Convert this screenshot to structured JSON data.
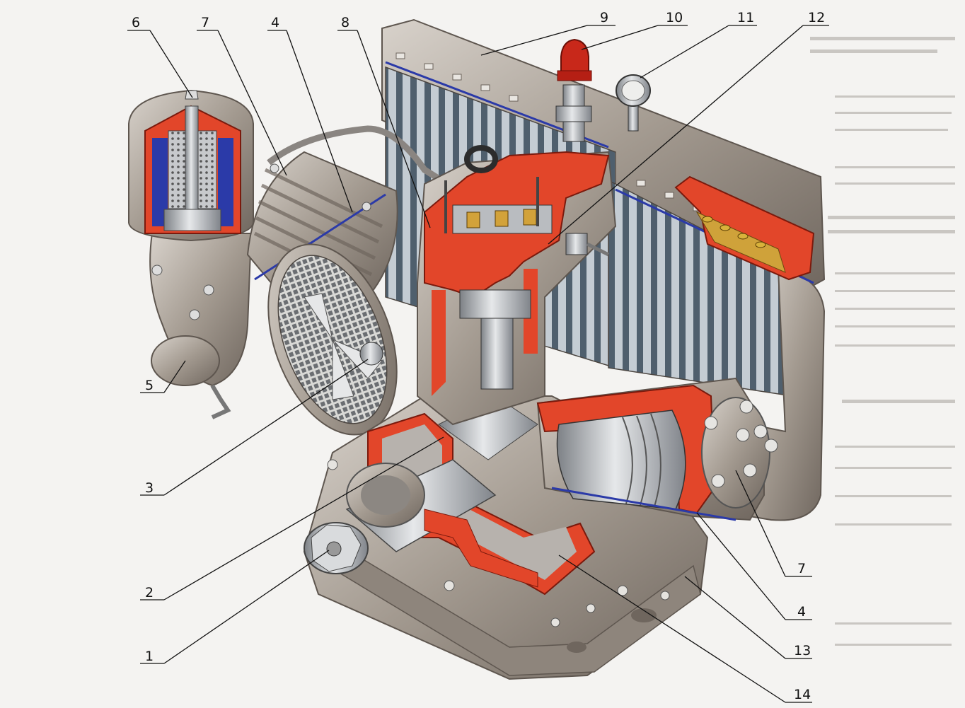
{
  "callouts": [
    {
      "id": "c6a",
      "label": "6"
    },
    {
      "id": "c7a",
      "label": "7"
    },
    {
      "id": "c4a",
      "label": "4"
    },
    {
      "id": "c8",
      "label": "8"
    },
    {
      "id": "c9",
      "label": "9"
    },
    {
      "id": "c10",
      "label": "10"
    },
    {
      "id": "c11",
      "label": "11"
    },
    {
      "id": "c12",
      "label": "12"
    },
    {
      "id": "c5",
      "label": "5"
    },
    {
      "id": "c3",
      "label": "3"
    },
    {
      "id": "c2",
      "label": "2"
    },
    {
      "id": "c1",
      "label": "1"
    },
    {
      "id": "c7b",
      "label": "7"
    },
    {
      "id": "c4b",
      "label": "4"
    },
    {
      "id": "c13",
      "label": "13"
    },
    {
      "id": "c14",
      "label": "14"
    }
  ],
  "colors": {
    "casting": "#a39a90",
    "casting_dark": "#6f665e",
    "cutaway": "#e2462a",
    "steel": "#b9bcc0",
    "fins": "#5a6a78",
    "cap": "#c8281a",
    "filter_blue": "#2b3aa8"
  }
}
